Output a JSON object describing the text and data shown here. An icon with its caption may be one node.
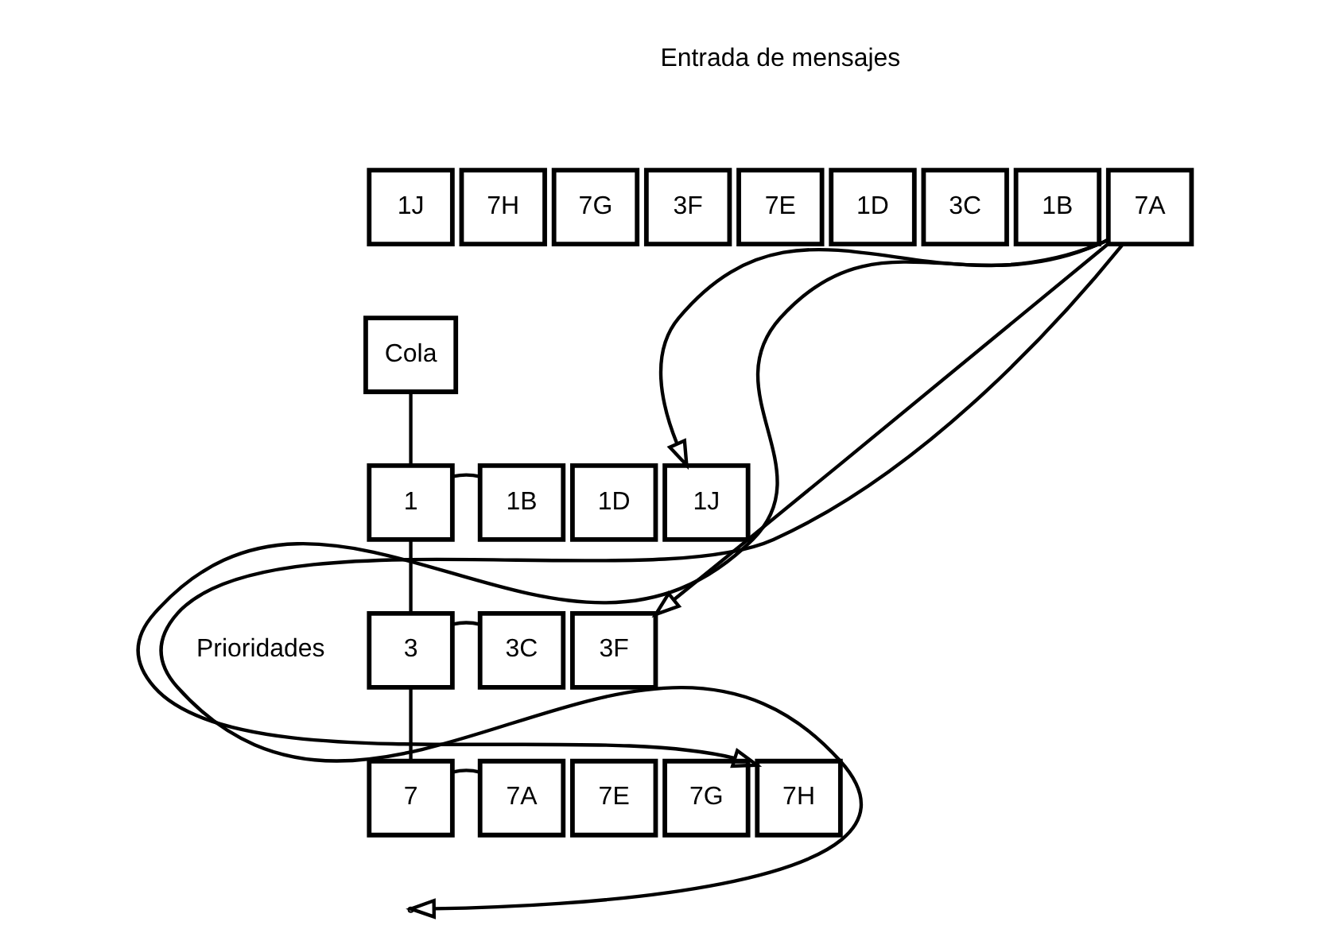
{
  "diagram": {
    "nodes": [
      {
        "text": [
          "1J"
        ]
      },
      {
        "text": [
          "7H"
        ]
      },
      {
        "text": [
          "7G"
        ]
      },
      {
        "text": [
          "3F"
        ]
      },
      {
        "text": [
          "7E"
        ]
      },
      {
        "text": [
          "1D"
        ]
      },
      {
        "text": [
          "3C"
        ]
      },
      {
        "text": [
          "1B"
        ]
      },
      {
        "text": [
          "7A"
        ]
      },
      {
        "text": [
          "Cola"
        ]
      },
      {
        "text": [
          "1"
        ]
      },
      {
        "text": [
          "1B"
        ]
      },
      {
        "text": [
          "1D"
        ]
      },
      {
        "text": [
          "1J"
        ]
      },
      {
        "text": [
          "3"
        ]
      },
      {
        "text": [
          "3C"
        ]
      },
      {
        "text": [
          "3F"
        ]
      },
      {
        "text": [
          "7"
        ]
      },
      {
        "text": [
          "7A"
        ]
      },
      {
        "text": [
          "7E"
        ]
      },
      {
        "text": [
          "7G"
        ]
      },
      {
        "text": [
          "7H"
        ]
      }
    ],
    "edges": [
      {
        "from": 8,
        "to": 13,
        "arrow": "to"
      },
      {
        "from": 8,
        "to": 16,
        "arrow": "to"
      },
      {
        "from": 8,
        "to": 21,
        "arrow": "to"
      },
      {
        "from": 8,
        "to": null,
        "arrow": "to"
      },
      {
        "from": 9,
        "to": 10,
        "arrow": "none"
      },
      {
        "from": 10,
        "to": 14,
        "arrow": "none"
      },
      {
        "from": 14,
        "to": 17,
        "arrow": "none"
      },
      {
        "from": 10,
        "to": 11,
        "arrow": "none"
      },
      {
        "from": 14,
        "to": 15,
        "arrow": "none"
      },
      {
        "from": 17,
        "to": 18,
        "arrow": "none"
      }
    ],
    "labels": [
      "Entrada de mensajes",
      "Prioridades"
    ]
  }
}
